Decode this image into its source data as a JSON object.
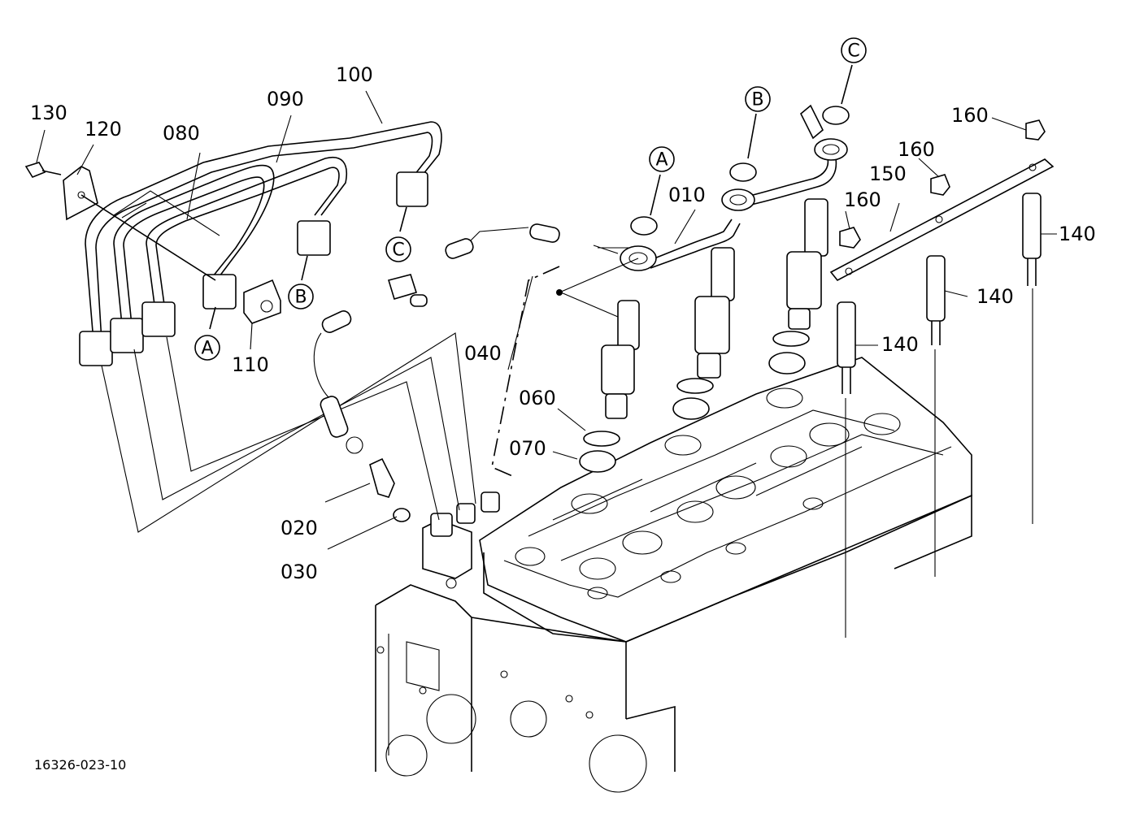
{
  "part_labels": {
    "p010": "010",
    "p020": "020",
    "p030": "030",
    "p040": "040",
    "p060": "060",
    "p070": "070",
    "p080": "080",
    "p090": "090",
    "p100": "100",
    "p110": "110",
    "p120": "120",
    "p130": "130",
    "p140_a": "140",
    "p140_b": "140",
    "p140_c": "140",
    "p150": "150",
    "p160_a": "160",
    "p160_b": "160",
    "p160_c": "160"
  },
  "callouts": {
    "a_lower": "A",
    "b_lower": "B",
    "c_lower": "C",
    "a_upper": "A",
    "b_upper": "B",
    "c_upper": "C"
  },
  "drawing_id": "16326-023-10",
  "colors": {
    "ink": "#000000",
    "paper": "#ffffff"
  }
}
